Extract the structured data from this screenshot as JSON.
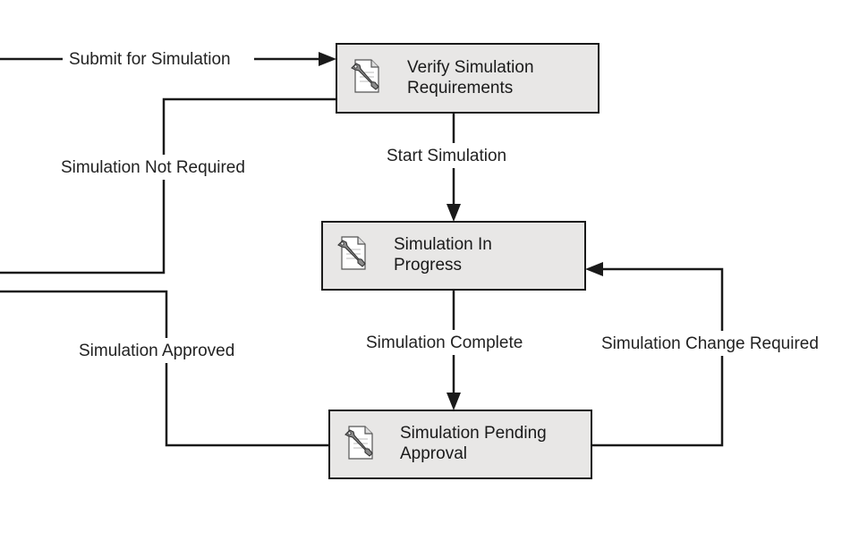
{
  "colors": {
    "node_fill": "#e8e7e6",
    "stroke": "#1a1a1a",
    "text": "#222222",
    "background": "#ffffff"
  },
  "nodes": [
    {
      "id": "verify",
      "icon": "tool-document-icon",
      "lines": [
        "Verify Simulation",
        "Requirements"
      ]
    },
    {
      "id": "in-progress",
      "icon": "tool-document-icon",
      "lines": [
        "Simulation In",
        "Progress"
      ]
    },
    {
      "id": "pending",
      "icon": "tool-document-icon",
      "lines": [
        "Simulation Pending",
        "Approval"
      ]
    }
  ],
  "edges": [
    {
      "id": "submit",
      "label": "Submit for Simulation"
    },
    {
      "id": "not-required",
      "label": "Simulation Not Required"
    },
    {
      "id": "start",
      "label": "Start Simulation"
    },
    {
      "id": "complete",
      "label": "Simulation Complete"
    },
    {
      "id": "approved",
      "label": "Simulation Approved"
    },
    {
      "id": "change",
      "label": "Simulation Change Required"
    }
  ]
}
